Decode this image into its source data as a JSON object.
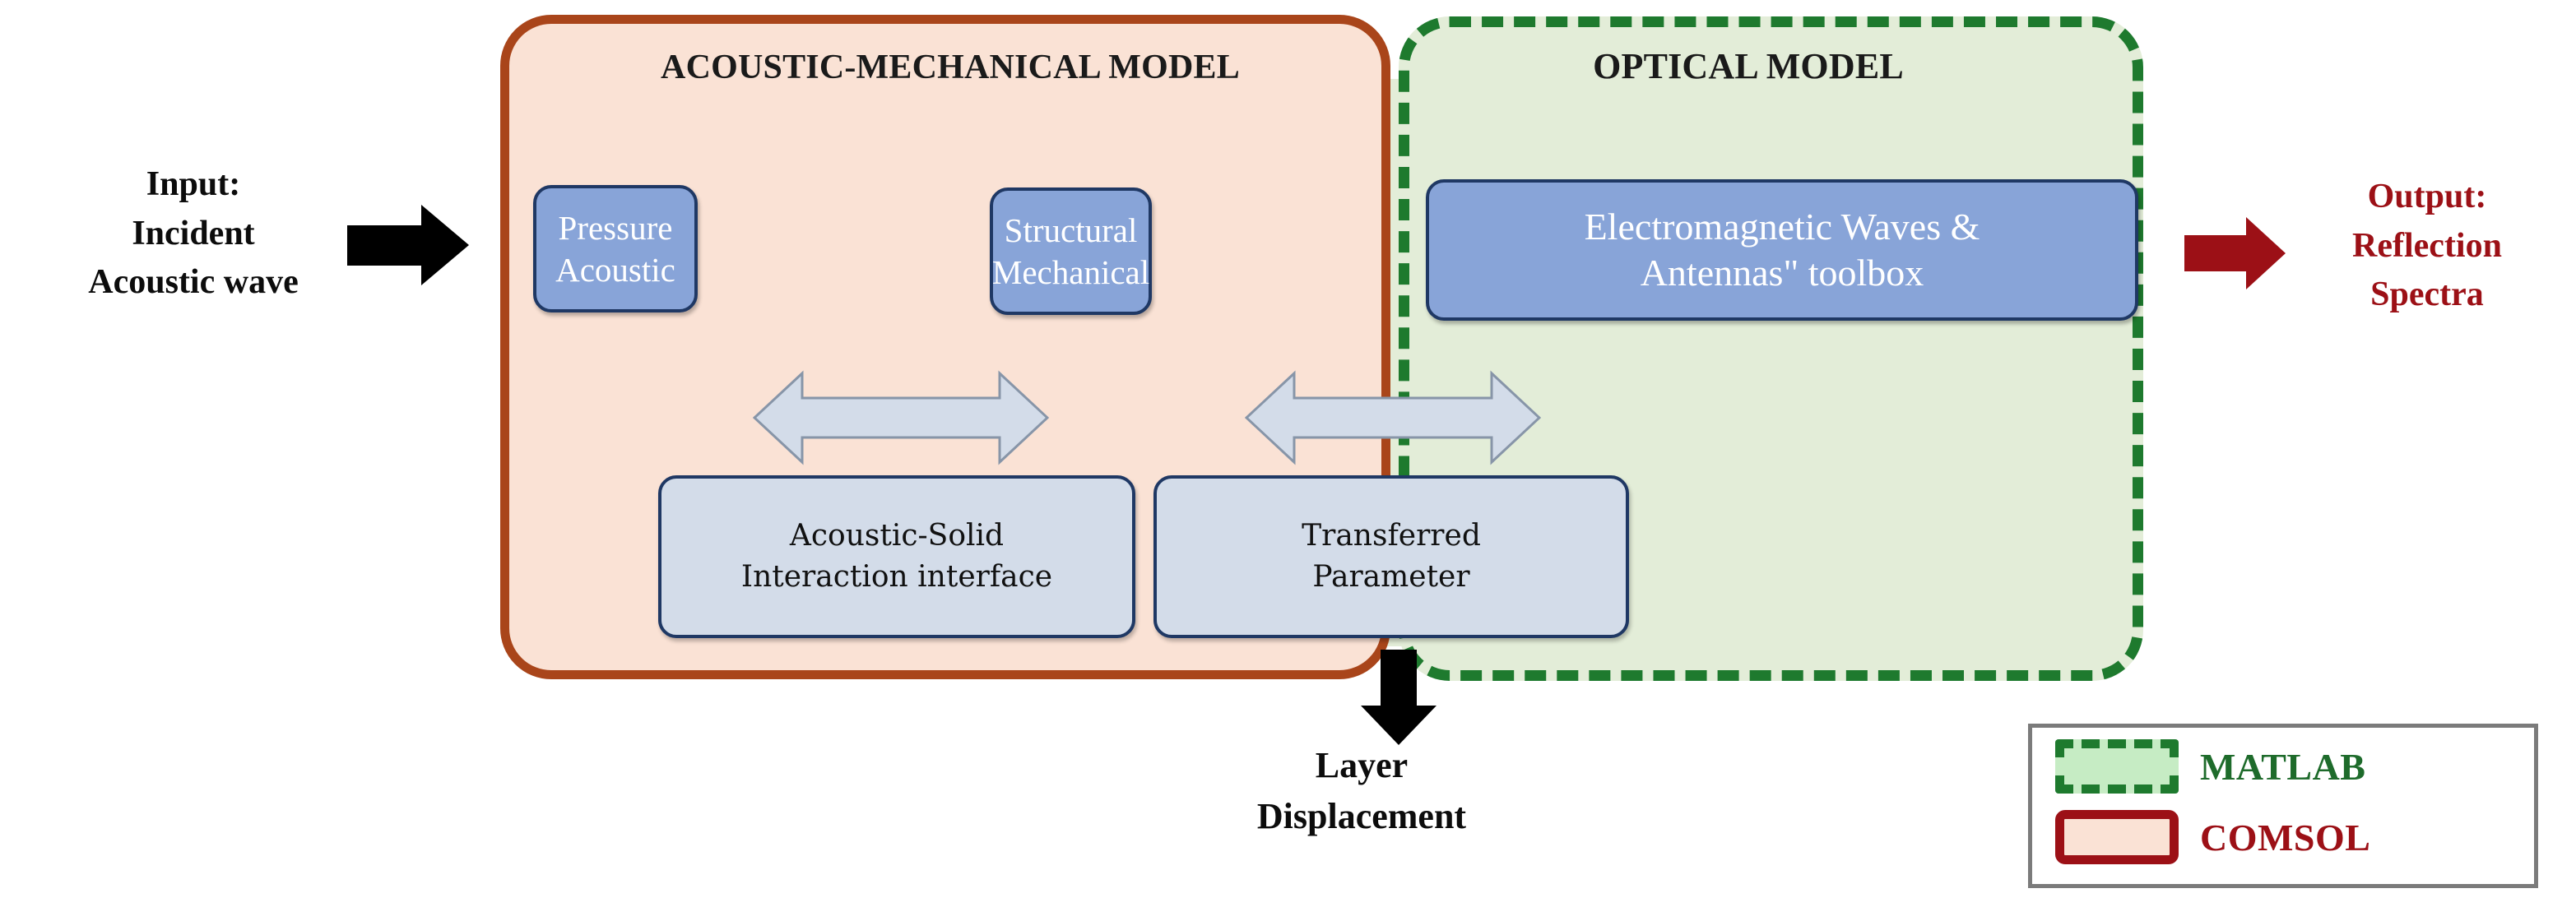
{
  "diagram": {
    "title": "Coupled acoustic-mechanical and optical simulation workflow",
    "input": {
      "label": "Input:\nIncident\nAcoustic wave",
      "line1": "Input:",
      "line2": "Incident",
      "line3": "Acoustic wave",
      "arrow_icon": "arrow-right-icon",
      "arrow_color": "#000000"
    },
    "output": {
      "line1": "Output:",
      "line2": "Reflection",
      "line3": "Spectra",
      "arrow_icon": "arrow-right-icon",
      "arrow_color": "#9C1016",
      "text_color": "#9C1016"
    },
    "layer_displacement": {
      "line1": "Layer",
      "line2": "Displacement",
      "arrow_icon": "arrow-down-icon",
      "arrow_color": "#000000"
    },
    "panels": [
      {
        "id": "acoustic-mechanical",
        "title": "ACOUSTIC-MECHANICAL MODEL",
        "tool": "COMSOL",
        "fill": "#FAE2D5",
        "border_color": "#A9451A",
        "border_style": "solid"
      },
      {
        "id": "optical",
        "title": "OPTICAL MODEL",
        "tool": "MATLAB",
        "fill": "#E3EDD8",
        "border_color": "#1E7A2E",
        "border_style": "dashed"
      }
    ],
    "process_boxes": [
      {
        "id": "pressure-acoustic",
        "line1": "Pressure",
        "line2": "Acoustic",
        "fill": "#88A4D8",
        "border_color": "#1F3864",
        "text_color": "#FFFFFF"
      },
      {
        "id": "structural-mechanical",
        "line1": "Structural",
        "line2": "Mechanical",
        "fill": "#88A4D8",
        "border_color": "#1F3864",
        "text_color": "#FFFFFF"
      },
      {
        "id": "em-waves-antennas-toolbox",
        "line1": "Electromagnetic Waves &",
        "line2": "Antennas\" toolbox",
        "fill": "#88A4D8",
        "border_color": "#1F3864",
        "text_color": "#FFFFFF"
      }
    ],
    "transfer_boxes": [
      {
        "id": "acoustic-solid-interaction",
        "line1": "Acoustic-Solid",
        "line2": "Interaction interface",
        "fill": "#D3DCE9",
        "border_color": "#1F3864",
        "text_color": "#111111"
      },
      {
        "id": "transferred-parameter",
        "line1": "Transferred",
        "line2": "Parameter",
        "fill": "#D3DCE9",
        "border_color": "#1F3864",
        "text_color": "#111111"
      }
    ],
    "connectors": [
      {
        "id": "acoustic-to-structural",
        "icon": "double-headed-arrow-icon",
        "fill": "#D3DCE9",
        "stroke": "#7F8FA6"
      },
      {
        "id": "structural-to-optical",
        "icon": "double-headed-arrow-icon",
        "fill": "#D3DCE9",
        "stroke": "#7F8FA6"
      }
    ],
    "legend": {
      "items": [
        {
          "label": "MATLAB",
          "swatch_fill": "#C6ECC4",
          "swatch_border": "#1E7A2E",
          "swatch_style": "dashed",
          "text_color": "#1E6B2B"
        },
        {
          "label": "COMSOL",
          "swatch_fill": "#FAE2D5",
          "swatch_border": "#9C1016",
          "swatch_style": "solid",
          "text_color": "#9C1016"
        }
      ]
    }
  }
}
